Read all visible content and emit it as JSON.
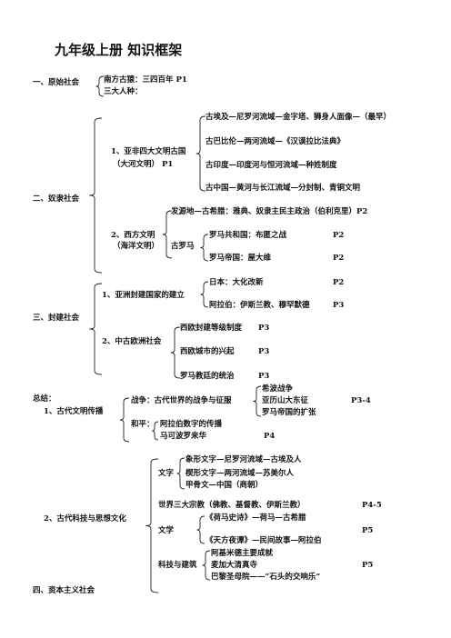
{
  "title": "九年级上册  知识框架",
  "s1": {
    "label": "一、原始社会",
    "items": [
      "南方古猿：三四百年  P1",
      "三大人种："
    ]
  },
  "s2": {
    "label": "二、奴隶社会",
    "g1": {
      "label": "1、亚非四大文明古国",
      "label2": "（大河文明）     P1",
      "items": [
        "古埃及—尼罗河流域—金字塔、狮身人面像—（最早）",
        "古巴比伦—两河流域—《汉谟拉比法典》",
        "古印度—印度河与恒河流域—种姓制度",
        "古中国—黄河与长江流域—分封制、青铜文明"
      ]
    },
    "g2": {
      "label": "2、西方文明",
      "label2": "（海洋文明）",
      "origin": "发源地—古希腊：雅典、奴隶主民主政治（伯利克里）P2",
      "rome": "古罗马",
      "items": [
        {
          "text": "罗马共和国：布匿之战",
          "page": "P2"
        },
        {
          "text": "罗马帝国：屋大维",
          "page": "P2"
        }
      ]
    }
  },
  "s3": {
    "label": "三、封建社会",
    "g1": {
      "label": "1、亚洲封建国家的建立",
      "items": [
        {
          "text": "日本：大化改新",
          "page": "P2"
        },
        {
          "text": "阿拉伯：伊斯兰教、穆罕默德",
          "page": "P3"
        }
      ]
    },
    "g2": {
      "label": "2、中古欧洲社会",
      "items": [
        {
          "text": "西欧封建等级制度",
          "page": "P3"
        },
        {
          "text": "西欧城市的兴起",
          "page": "P3"
        },
        {
          "text": "罗马教廷的统治",
          "page": "P3"
        }
      ]
    }
  },
  "summary": {
    "label": "总结：",
    "g1": {
      "label": "1、古代文明传播",
      "war": "战争：古代世界的战争与征服",
      "war_items": [
        "希波战争",
        "亚历山大东征",
        "罗马帝国的扩张"
      ],
      "war_page": "P3-4",
      "peace": "和平：",
      "peace_items": [
        "阿拉伯数字的传播",
        "马可波罗来华"
      ],
      "peace_page": "P4"
    },
    "g2": {
      "label": "2、古代科技与思想文化",
      "writing": "文字",
      "writing_items": [
        "象形文字—尼罗河流域—古埃及人",
        "楔形文字—两河流域—苏美尔人",
        "甲骨文—中国（商朝）"
      ],
      "religion": "世界三大宗教（佛教、基督教、伊斯兰教）",
      "religion_page": "P4-5",
      "literature": "文学",
      "literature_items": [
        "《荷马史诗》—荷马—古希腊",
        "《天方夜谭》—民间故事—阿拉伯"
      ],
      "literature_page": "P5",
      "tech": "科技与建筑",
      "tech_items": [
        "阿基米德主要成就",
        "麦加大清真寺",
        "巴黎圣母院——“石头的交响乐”"
      ],
      "tech_page": "P5"
    }
  },
  "s4": {
    "label": "四、资本主义社会"
  }
}
